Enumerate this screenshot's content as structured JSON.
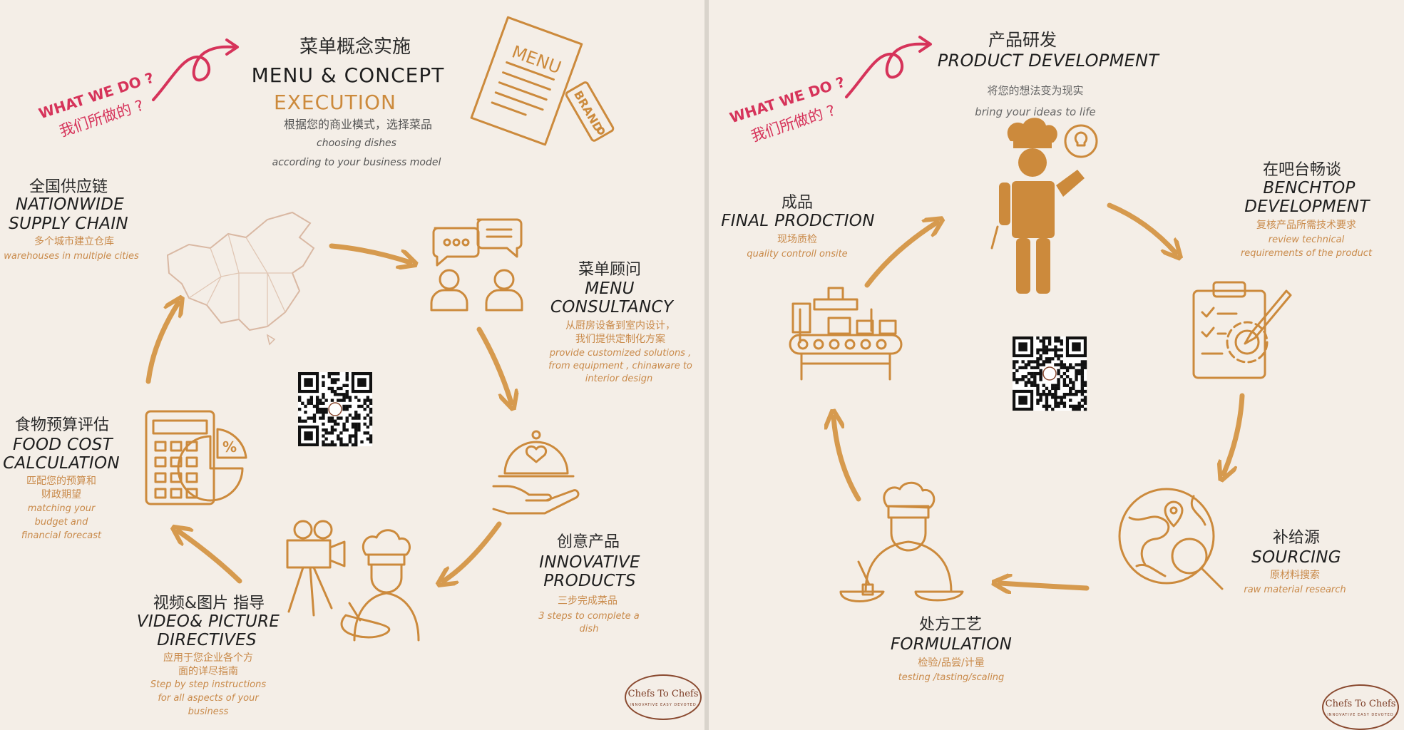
{
  "colors": {
    "accent": "#cc8a3c",
    "highlight": "#d6335a",
    "text": "#1e1e1e",
    "background": "#f4eee7"
  },
  "left": {
    "what_we_do_en": "WHAT WE DO ?",
    "what_we_do_cn": "我们所做的 ?",
    "title_cn": "菜单概念实施",
    "title_en_1": "MENU & CONCEPT",
    "title_en_2": "EXECUTION",
    "title_desc_cn": "根据您的商业模式，选择菜品",
    "title_desc_en_1": "choosing dishes",
    "title_desc_en_2": "according to your business model",
    "menu_card_text": "MENU",
    "brand_tag_text": "BRAND",
    "supply": {
      "cn": "全国供应链",
      "en_1": "NATIONWIDE",
      "en_2": "SUPPLY CHAIN",
      "desc_cn": "多个城市建立仓库",
      "desc_en": "warehouses in multiple cities"
    },
    "consultancy": {
      "cn": "菜单顾问",
      "en_1": "MENU",
      "en_2": "CONSULTANCY",
      "desc_cn_1": "从厨房设备到室内设计，",
      "desc_cn_2": "我们提供定制化方案",
      "desc_en_1": "provide customized solutions ,",
      "desc_en_2": "from equipment , chinaware to",
      "desc_en_3": "interior design"
    },
    "food_cost": {
      "cn": "食物预算评估",
      "en_1": "FOOD COST",
      "en_2": "CALCULATION",
      "desc_cn_1": "匹配您的预算和",
      "desc_cn_2": "财政期望",
      "desc_en_1": "matching your",
      "desc_en_2": "budget and",
      "desc_en_3": "financial forecast"
    },
    "innovative": {
      "cn": "创意产品",
      "en_1": "INNOVATIVE",
      "en_2": "PRODUCTS",
      "desc_cn": "三步完成菜品",
      "desc_en_1": "3 steps to complete a",
      "desc_en_2": "dish"
    },
    "video": {
      "cn": "视频&图片 指导",
      "en_1": "VIDEO& PICTURE",
      "en_2": "DIRECTIVES",
      "desc_cn_1": "应用于您企业各个方",
      "desc_cn_2": "面的详尽指南",
      "desc_en_1": "Step by step instructions",
      "desc_en_2": "for all aspects of your",
      "desc_en_3": "business"
    },
    "logo_text": "Chefs To Chefs",
    "logo_sub": "INNOVATIVE  EASY  DEVOTED"
  },
  "right": {
    "what_we_do_en": "WHAT WE DO ?",
    "what_we_do_cn": "我们所做的 ?",
    "product": {
      "cn": "产品研发",
      "en": "PRODUCT DEVELOPMENT",
      "desc_cn": "将您的想法变为现实",
      "desc_en": "bring your ideas to life"
    },
    "benchtop": {
      "cn": "在吧台畅谈",
      "en_1": "BENCHTOP",
      "en_2": "DEVELOPMENT",
      "desc_cn": "复核产品所需技术要求",
      "desc_en_1": "review technical",
      "desc_en_2": "requirements of the product"
    },
    "final": {
      "cn": "成品",
      "en": "FINAL PRODCTION",
      "desc_cn": "现场质检",
      "desc_en": "quality controll onsite"
    },
    "sourcing": {
      "cn": "补给源",
      "en": "SOURCING",
      "desc_cn": "原材料搜索",
      "desc_en": "raw material research"
    },
    "formulation": {
      "cn": "处方工艺",
      "en": "FORMULATION",
      "desc_cn": "检验/品尝/计量",
      "desc_en": "testing /tasting/scaling"
    },
    "logo_text": "Chefs To Chefs",
    "logo_sub": "INNOVATIVE  EASY  DEVOTED"
  }
}
